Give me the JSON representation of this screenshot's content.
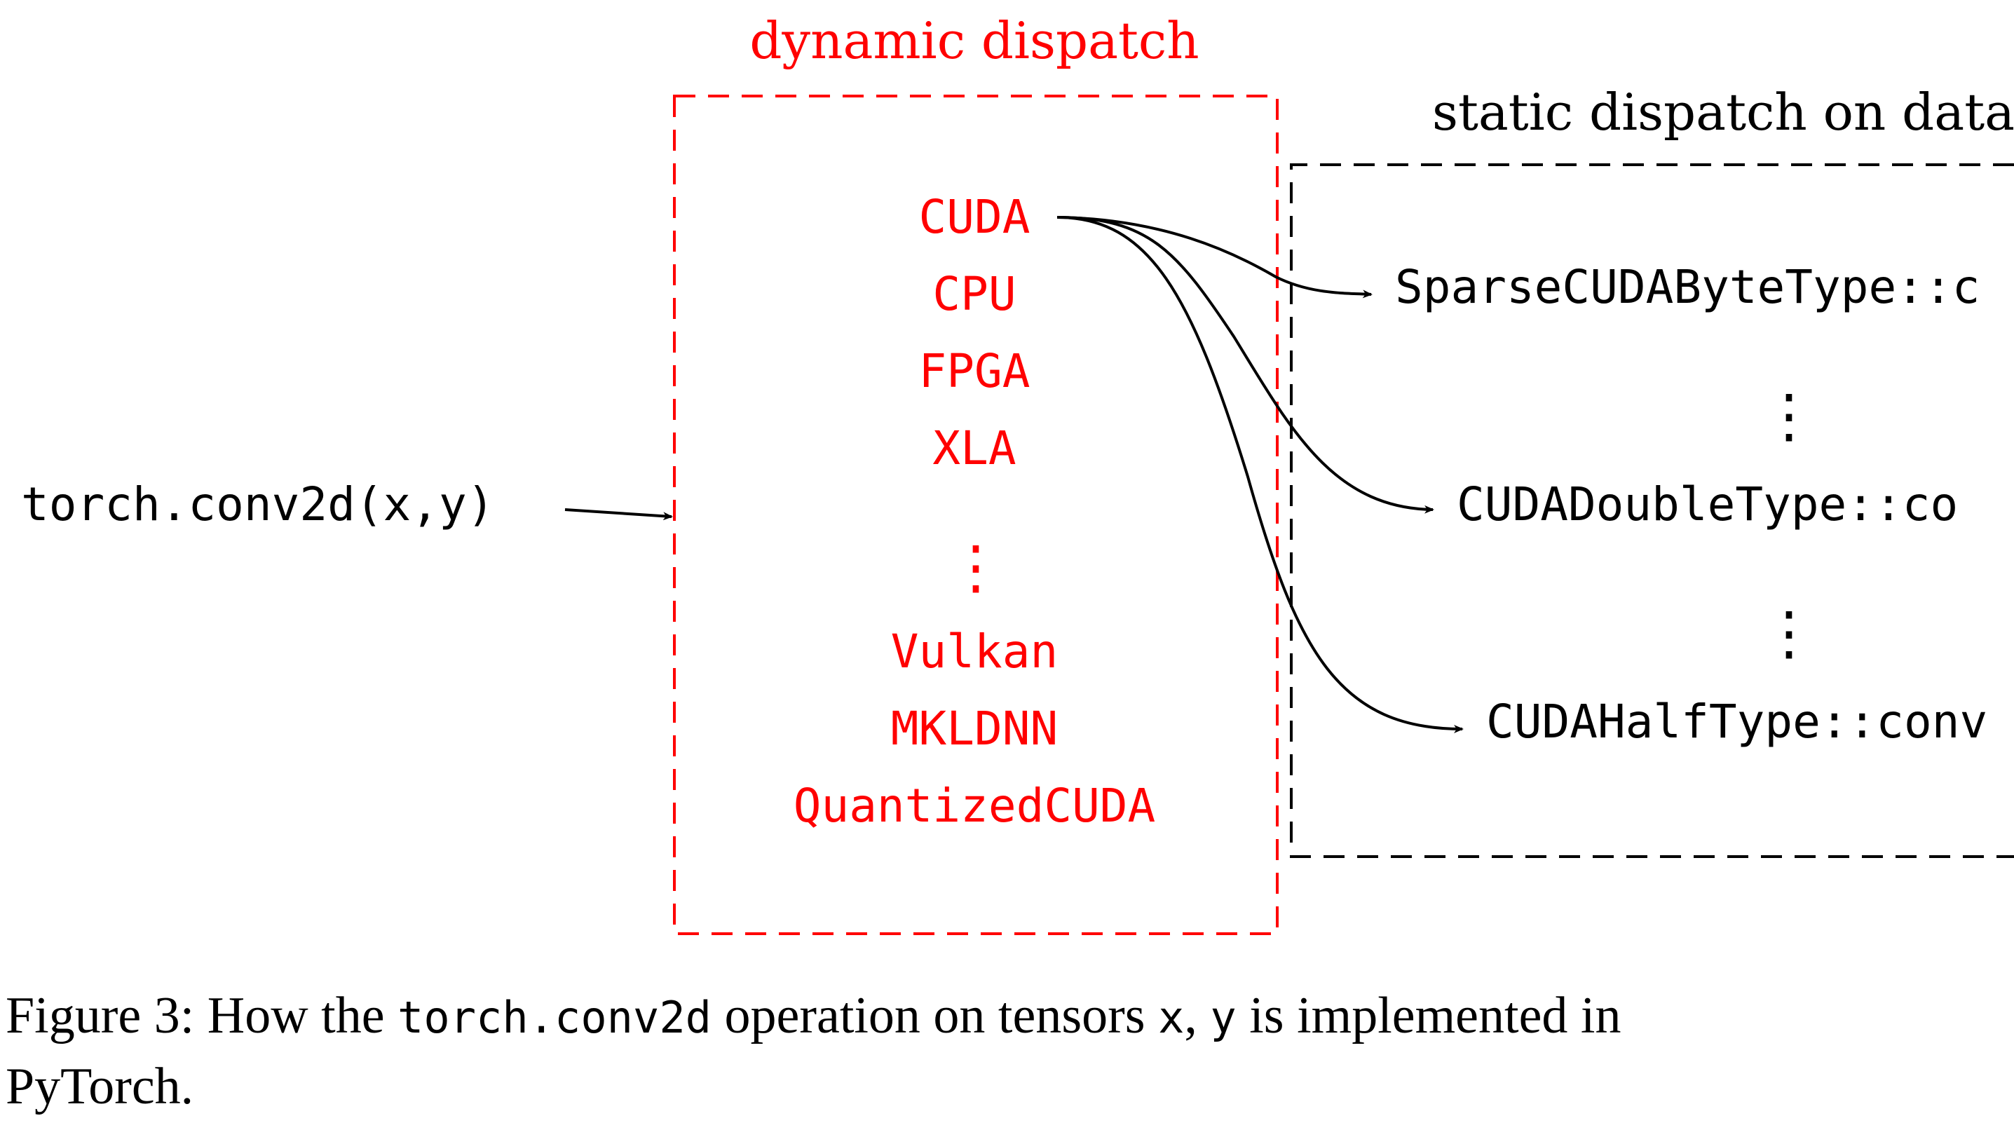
{
  "diagram": {
    "entry_call": "torch.conv2d(x,y)",
    "dynamic": {
      "title": "dynamic dispatch",
      "backends": [
        "CUDA",
        "CPU",
        "FPGA",
        "XLA",
        "⋮",
        "Vulkan",
        "MKLDNN",
        "QuantizedCUDA"
      ],
      "color": "#ff0000"
    },
    "static": {
      "title": "static dispatch on data",
      "kernels": [
        "SparseCUDAByteType::c",
        "CUDADoubleType::co",
        "CUDAHalfType::conv"
      ],
      "ellipsis": "⋮"
    }
  },
  "caption": {
    "prefix": "Figure 3: How the ",
    "op": "torch.conv2d",
    "mid": " operation on tensors ",
    "x": "x",
    "comma": ", ",
    "y": "y",
    "suffix": " is implemented in",
    "line2": "PyTorch."
  }
}
